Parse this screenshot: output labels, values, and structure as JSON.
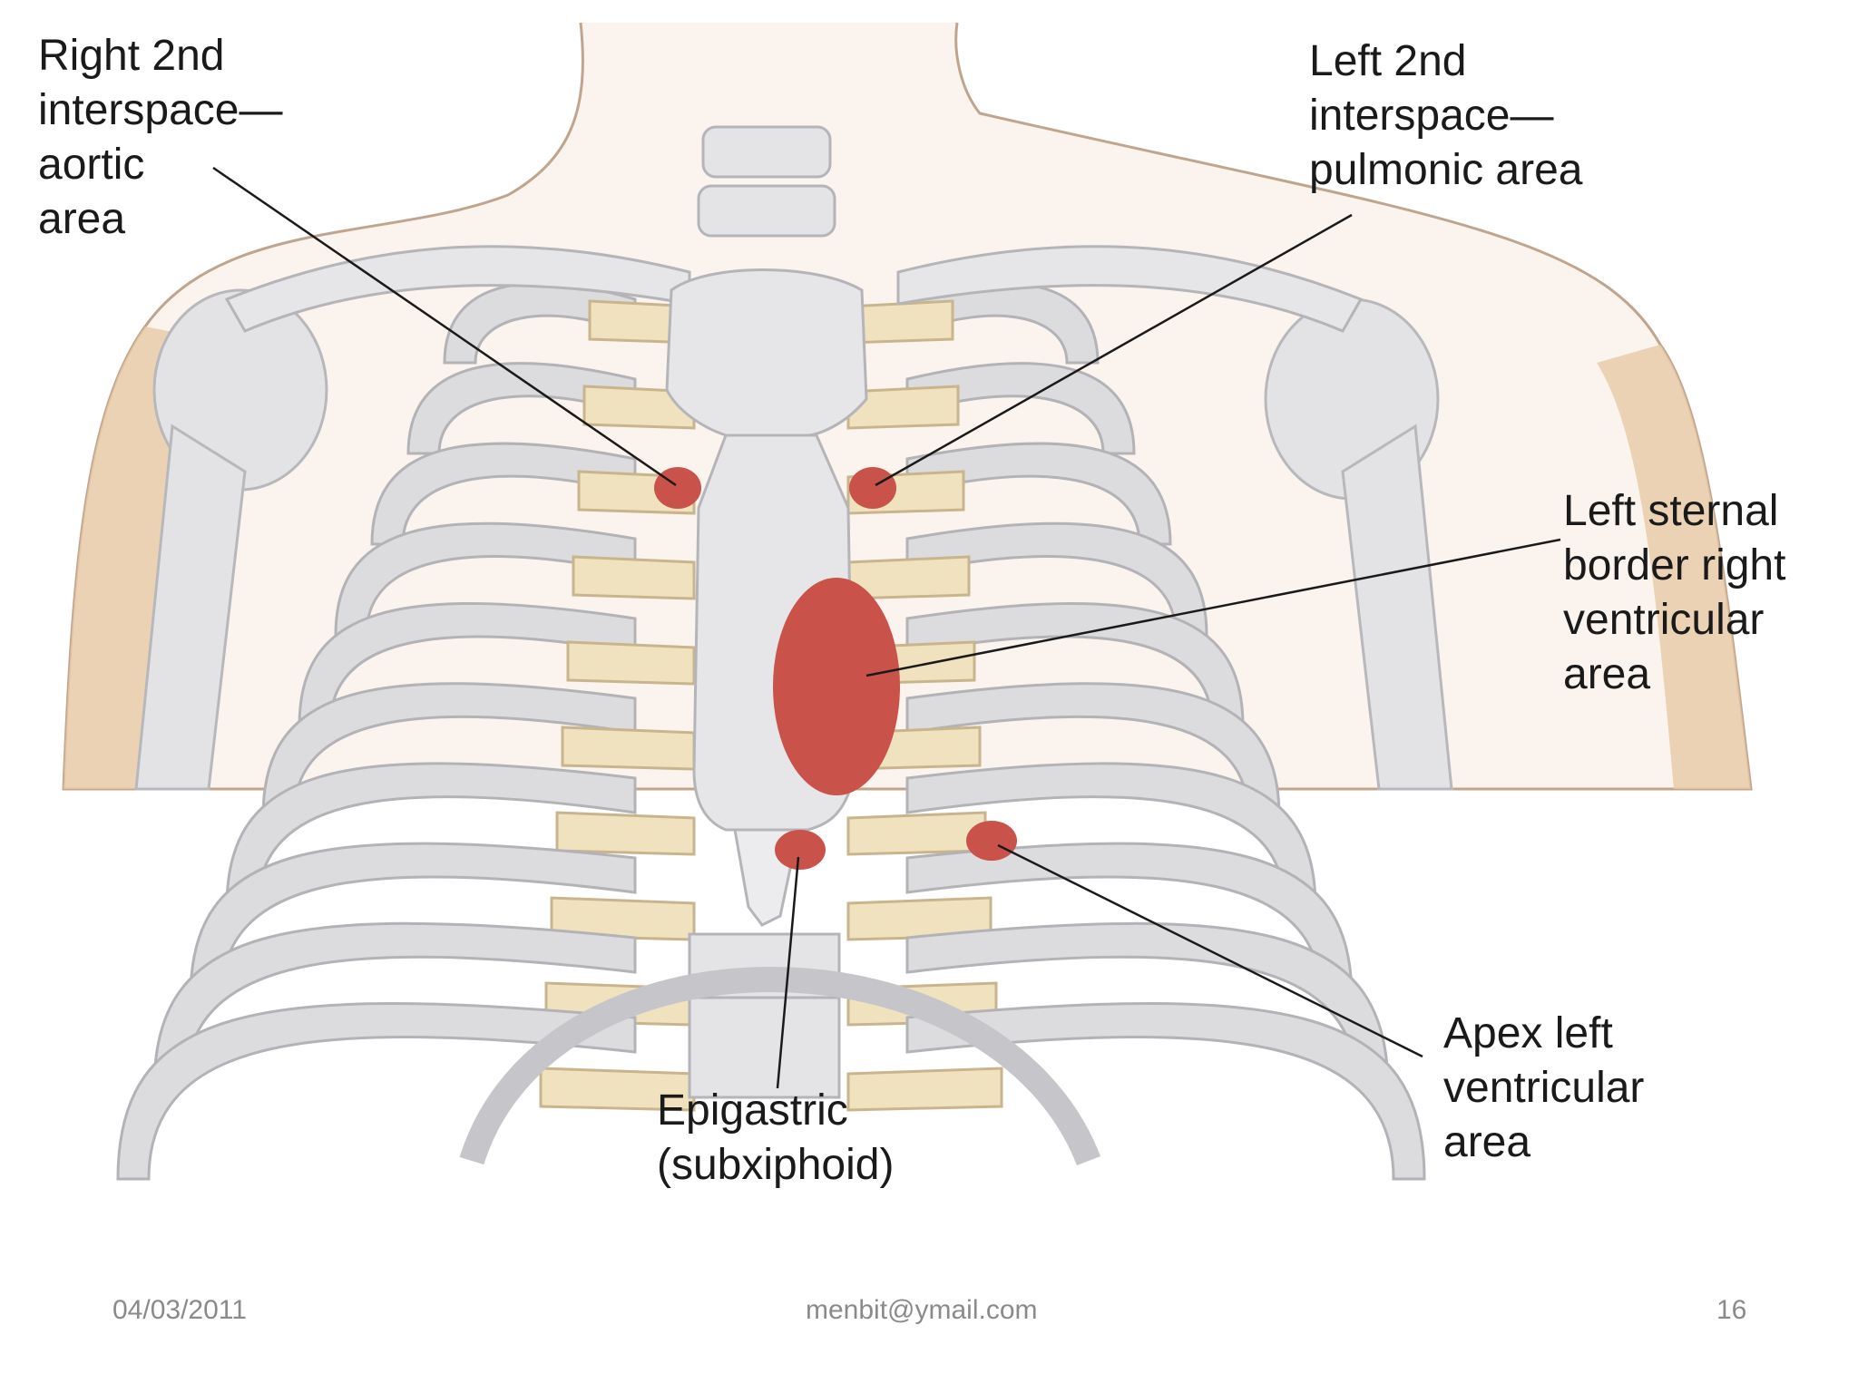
{
  "labels": {
    "aortic": [
      "Right 2nd",
      "interspace—",
      "aortic",
      "area"
    ],
    "pulmonic": [
      "Left 2nd",
      "interspace—",
      "pulmonic area"
    ],
    "right_ventricular": [
      "Left sternal",
      "border right",
      "ventricular",
      "area"
    ],
    "apex": [
      "Apex left",
      "ventricular",
      "area"
    ],
    "epigastric": [
      "Epigastric",
      "(subxiphoid)"
    ]
  },
  "footer": {
    "date": "04/03/2011",
    "email": "menbit@ymail.com",
    "page": "16"
  },
  "colors": {
    "marker": "#c9524a",
    "bone": "#dcdcde",
    "cartilage": "#f0e2bf",
    "skin": "#e8c8a8"
  }
}
